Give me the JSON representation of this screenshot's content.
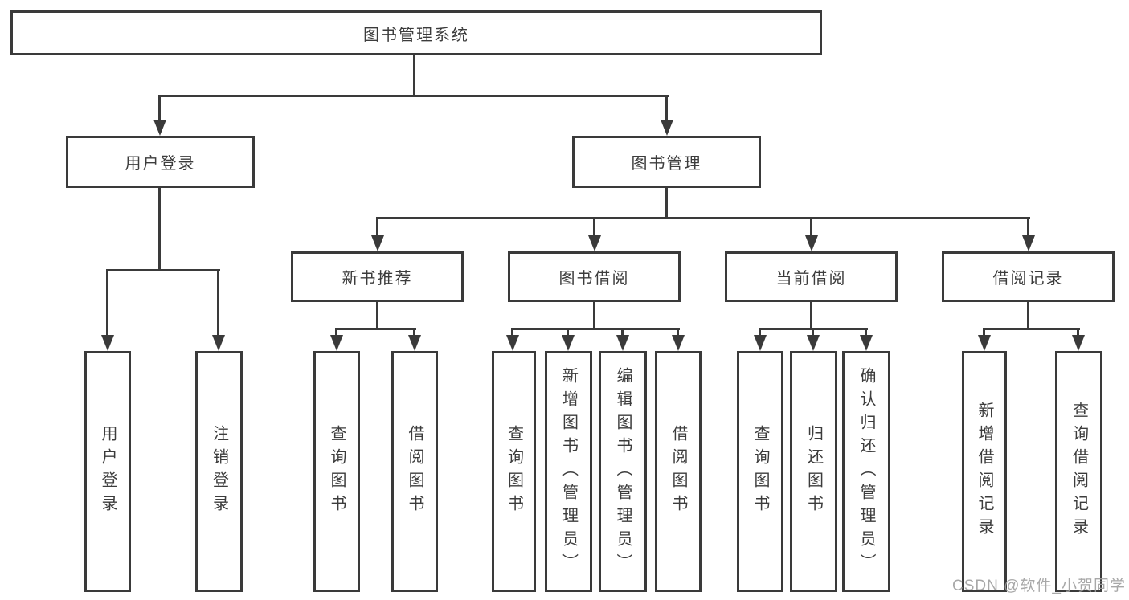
{
  "diagram": {
    "root": {
      "label": "图书管理系统"
    },
    "branches": [
      {
        "label": "用户登录",
        "children": [
          {
            "label": "用户登录"
          },
          {
            "label": "注销登录"
          }
        ]
      },
      {
        "label": "图书管理",
        "groups": [
          {
            "label": "新书推荐",
            "children": [
              {
                "label": "查询图书"
              },
              {
                "label": "借阅图书"
              }
            ]
          },
          {
            "label": "图书借阅",
            "children": [
              {
                "label": "查询图书"
              },
              {
                "label": "新增图书（管理员）"
              },
              {
                "label": "编辑图书（管理员）"
              },
              {
                "label": "借阅图书"
              }
            ]
          },
          {
            "label": "当前借阅",
            "children": [
              {
                "label": "查询图书"
              },
              {
                "label": "归还图书"
              },
              {
                "label": "确认归还（管理员）"
              }
            ]
          },
          {
            "label": "借阅记录",
            "children": [
              {
                "label": "新增借阅记录"
              },
              {
                "label": "查询借阅记录"
              }
            ]
          }
        ]
      }
    ],
    "watermark": {
      "text": "CSDN @软件_小贺同学"
    },
    "colors": {
      "line": "#3a3a3a",
      "text": "#3c3c3c",
      "background": "#ffffff",
      "watermark": "#9e9e9e"
    }
  }
}
